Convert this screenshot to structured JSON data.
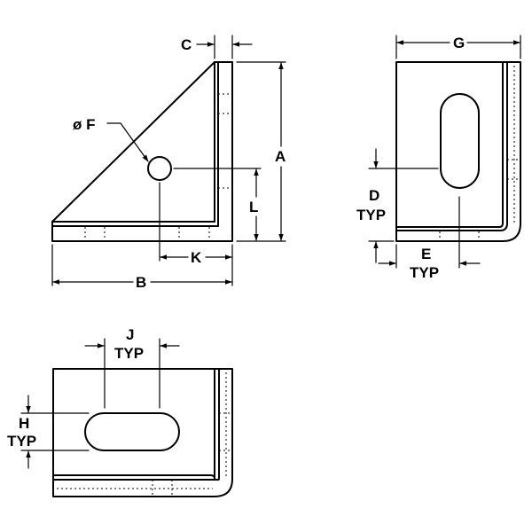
{
  "dimensions": {
    "a": "A",
    "b": "B",
    "c": "C",
    "d": "D",
    "e": "E",
    "f": "ø F",
    "g": "G",
    "h": "H",
    "j": "J",
    "k": "K",
    "l": "L",
    "typ": "TYP"
  },
  "colors": {
    "line": "#000000",
    "background": "#ffffff"
  }
}
